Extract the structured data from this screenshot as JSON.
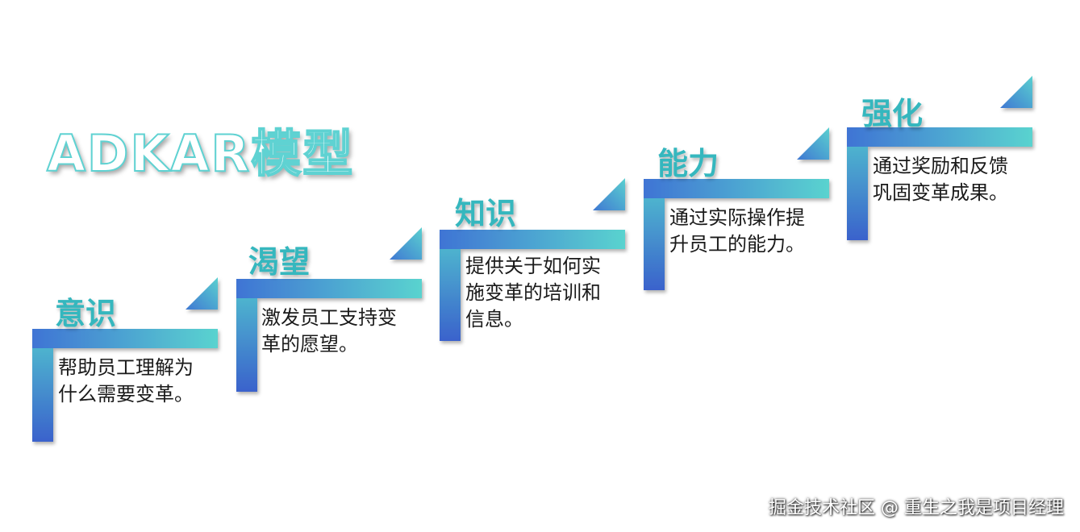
{
  "title": "ADKAR模型",
  "colors": {
    "bar_top": "#5ad0d0",
    "bar_bottom": "#3a62cc",
    "step_title": "#35b7be",
    "title_outline": "#5fd2d2"
  },
  "steps": [
    {
      "title": "意识",
      "desc_lines": [
        "帮助员工理解为",
        "什么需要变革。"
      ]
    },
    {
      "title": "渴望",
      "desc_lines": [
        "激发员工支持变",
        "革的愿望。"
      ]
    },
    {
      "title": "知识",
      "desc_lines": [
        "提供关于如何实",
        "施变革的培训和",
        "信息。"
      ]
    },
    {
      "title": "能力",
      "desc_lines": [
        "通过实际操作提",
        "升员工的能力。"
      ]
    },
    {
      "title": "强化",
      "desc_lines": [
        "通过奖励和反馈",
        "巩固变革成果。"
      ]
    }
  ],
  "watermark": "掘金技术社区 @ 重生之我是项目经理"
}
